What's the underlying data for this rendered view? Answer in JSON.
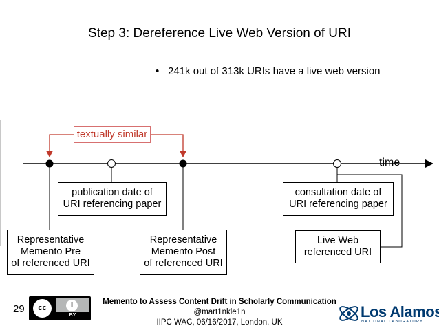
{
  "slide": {
    "title": "Step 3: Dereference Live Web Version of URI",
    "bullet_marker": "•",
    "bullet": "241k out of 313k URIs have a live web version"
  },
  "diagram": {
    "similarity_label": "textually similar",
    "axis_label": "time",
    "boxes": {
      "publication": [
        "publication date of",
        "URI referencing paper"
      ],
      "consultation": [
        "consultation date of",
        "URI referencing paper"
      ],
      "memento_pre": [
        "Representative",
        "Memento Pre",
        "of referenced URI"
      ],
      "memento_post": [
        "Representative",
        "Memento Post",
        "of referenced URI"
      ],
      "live_web": [
        "Live Web",
        "referenced URI"
      ]
    },
    "colors": {
      "similarity": "#c0392b",
      "axis": "#000000"
    }
  },
  "footer": {
    "slide_number": "29",
    "license_left": "cc",
    "license_right_icon": "i",
    "license_right_text": "BY",
    "line1": "Memento to Assess Content Drift in Scholarly Communication",
    "line2": "@mart1nkle1n",
    "line3": "IIPC WAC, 06/16/2017, London, UK",
    "logo_name": "Los Alamos",
    "logo_sub": "NATIONAL LABORATORY"
  }
}
